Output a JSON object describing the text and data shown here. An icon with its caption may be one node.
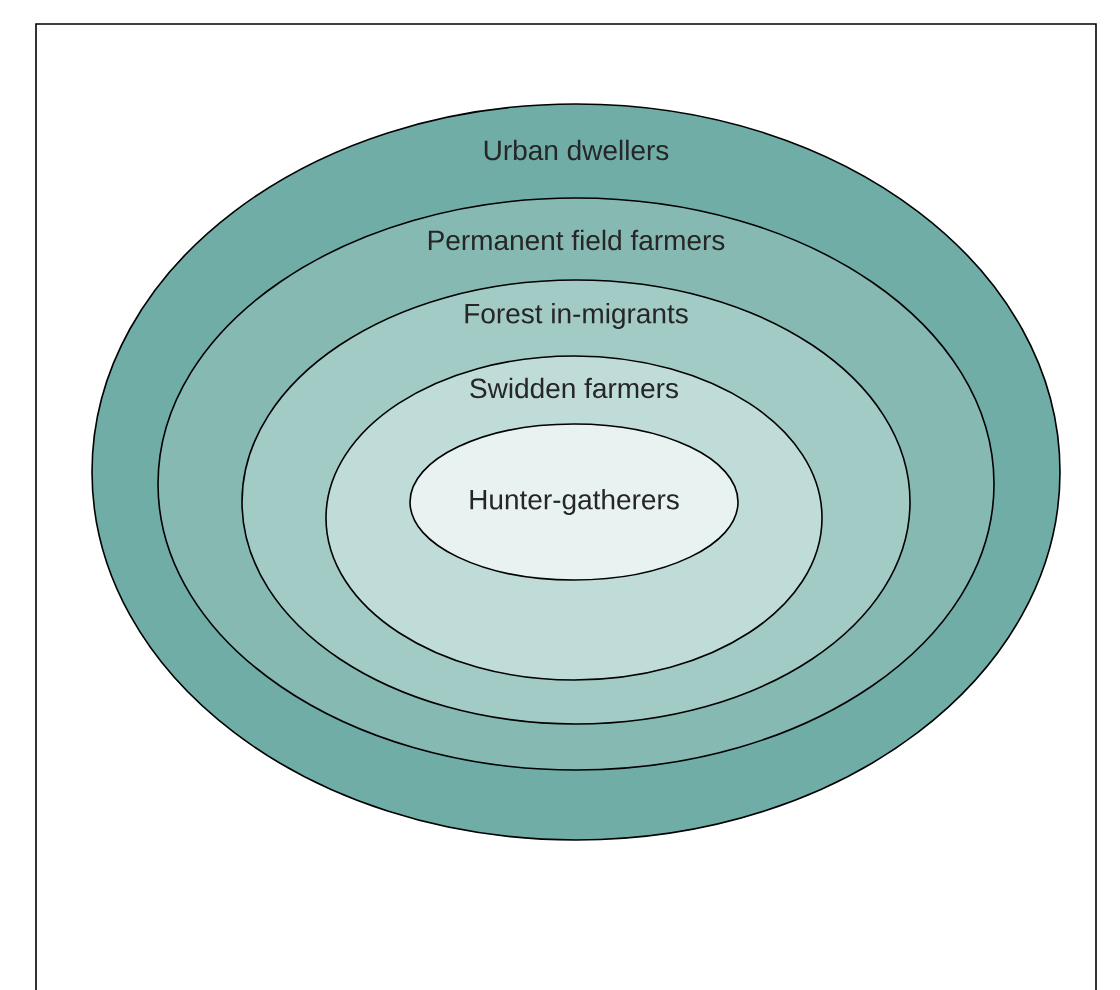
{
  "diagram": {
    "nodes": [
      {
        "text": [
          "Urban dwellers"
        ]
      },
      {
        "text": [
          "Permanent field farmers"
        ],
        "in": 0
      },
      {
        "text": [
          "Forest in-migrants"
        ],
        "in": 1
      },
      {
        "text": [
          "Swidden farmers"
        ],
        "in": 2
      },
      {
        "text": [
          "Hunter-gatherers"
        ],
        "in": 3
      }
    ]
  }
}
